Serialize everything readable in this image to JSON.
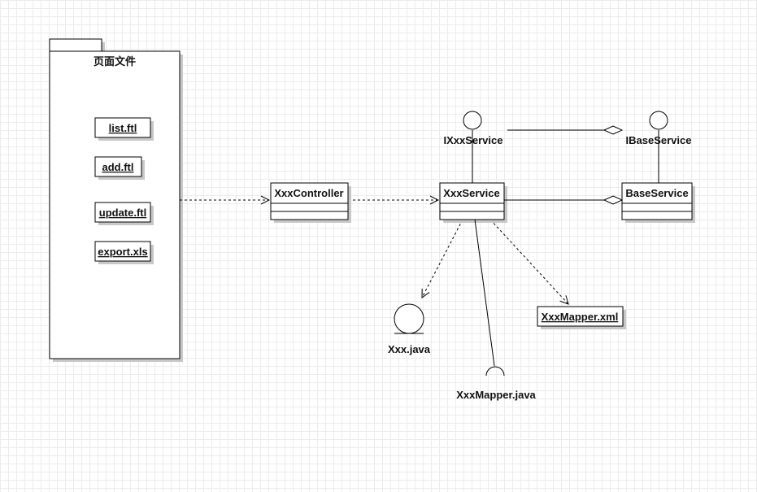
{
  "package": {
    "title": "页面文件"
  },
  "files": [
    {
      "label": "list.ftl"
    },
    {
      "label": "add.ftl"
    },
    {
      "label": "update.ftl"
    },
    {
      "label": "export.xls"
    }
  ],
  "classes": {
    "controller": "XxxController",
    "service": "XxxService",
    "base_service": "BaseService"
  },
  "interfaces": {
    "ixxx_service": "IXxxService",
    "ibase_service": "IBaseService"
  },
  "entity": {
    "label": "Xxx.java"
  },
  "mapper_xml": {
    "label": "XxxMapper.xml"
  },
  "mapper_java": {
    "label": "XxxMapper.java"
  },
  "colors": {
    "stroke": "#000000",
    "shadow": "#c8c8c8",
    "grid": "#ececec",
    "background": "#ffffff"
  }
}
